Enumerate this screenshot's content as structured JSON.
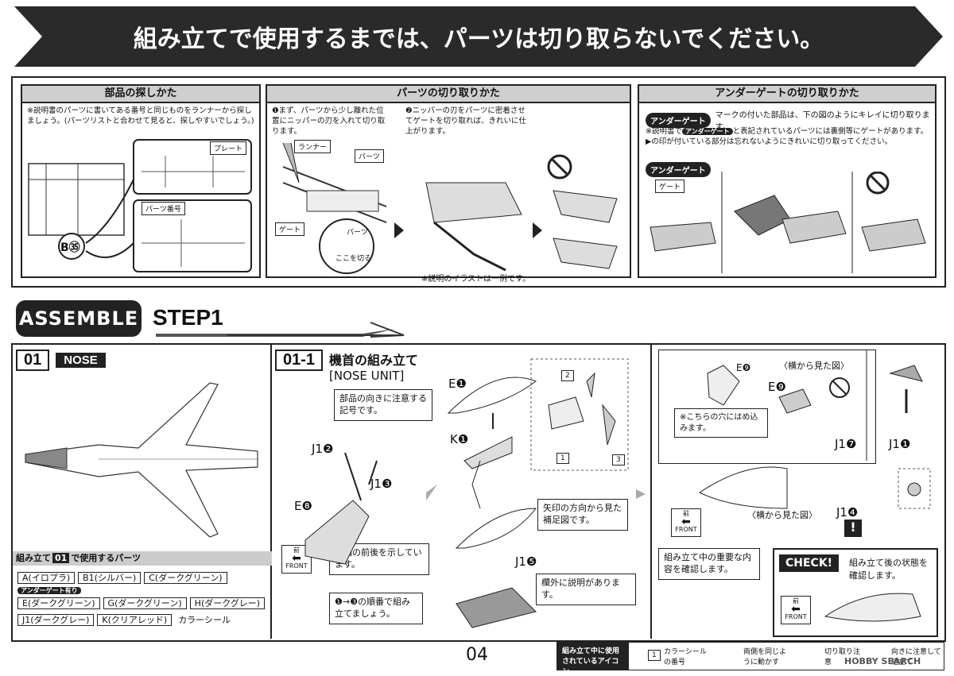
{
  "banner": "組み立てで使用するまでは、パーツは切り取らないでください。",
  "panels": {
    "p1": {
      "title": "部品の探しかた",
      "note": "※説明書のパーツに書いてある番号と同じものをランナーから探しましょう。(パーツリストと合わせて見ると、探しやすいでしょう。)",
      "plate": "プレート",
      "partnum": "パーツ番号",
      "ref": "B㉟"
    },
    "p2": {
      "title": "パーツの切り取りかた",
      "step1": "❶まず、パーツから少し離れた位置にニッパーの刃を入れて切り取ります。",
      "step2": "❷ニッパーの刃をパーツに密着させてゲートを切り取れば、きれいに仕上がります。",
      "runner": "ランナー",
      "parts": "パーツ",
      "gate": "ゲート",
      "cut": "ここを切る",
      "partlabel": "パーツ"
    },
    "p3": {
      "title": "アンダーゲートの切り取りかた",
      "badge": "アンダーゲート",
      "desc": "マークの付いた部品は、下の図のようにキレイに切り取ります。",
      "note1": "※説明書で",
      "note1b": "と表記されているパーツには裏側等にゲートがあります。",
      "note2": "▶の印が付いている部分は忘れないようにきれいに切り取ってください。",
      "badge2": "アンダーゲート",
      "gate": "ゲート"
    }
  },
  "caption": "※説明のイラストは一例です。",
  "assemble": "ASSEMBLE",
  "step": "STEP1",
  "sec01": {
    "num": "01",
    "label": "NOSE"
  },
  "parts_header": {
    "pre": "組み立て",
    "num": "01",
    "post": "で使用するパーツ"
  },
  "parts": [
    "A(イロプラ)",
    "B1(シルバー)",
    "C(ダークグリーン)",
    "E(ダークグリーン)",
    "G(ダークグリーン)",
    "H(ダークグレー)",
    "J1(ダークグレー)",
    "K(クリアレッド)"
  ],
  "undergate_note": "アンダーゲート有り",
  "color_seal": "カラーシール",
  "sec011": {
    "num": "01-1",
    "title": "機首の組み立て",
    "subtitle": "[NOSE UNIT]"
  },
  "callouts": {
    "orient": "部品の向きに注意する記号です。",
    "front": "部品の前後を示しています。",
    "order": "❶→❸の順番で組み立てましょう。",
    "arrowview": "矢印の方向から見た補足図です。",
    "outside": "欄外に説明があります。",
    "important": "組み立て中の重要な内容を確認します。",
    "check": "CHECK!",
    "checktext": "組み立て後の状態を確認します。",
    "hole": "※こちらの穴にはめ込みます。",
    "sideview": "〈横から見た図〉",
    "sideview2": "〈横から見た図〉"
  },
  "front_label": "FRONT",
  "front_kanji": "前",
  "part_labels": {
    "j12": "J1❷",
    "j13": "J1❸",
    "e8": "E❽",
    "e1": "E❶",
    "k1": "K❶",
    "j15": "J1❺",
    "e9": "E❾",
    "e9b": "E❾",
    "j17": "J1❼",
    "j11": "J1❶",
    "j14": "J1❹",
    "s1": "1",
    "s2": "2",
    "s3": "3"
  },
  "page_number": "04",
  "legend": {
    "title": "組み立て中に使用されているアイコン",
    "seal": "カラーシールの番号",
    "seal_num": "1",
    "both": "両側を同じように動かす",
    "cut": "切り取り注意",
    "orient": "向きに注意して組立て"
  },
  "watermark": "HOBBY SEARCH"
}
